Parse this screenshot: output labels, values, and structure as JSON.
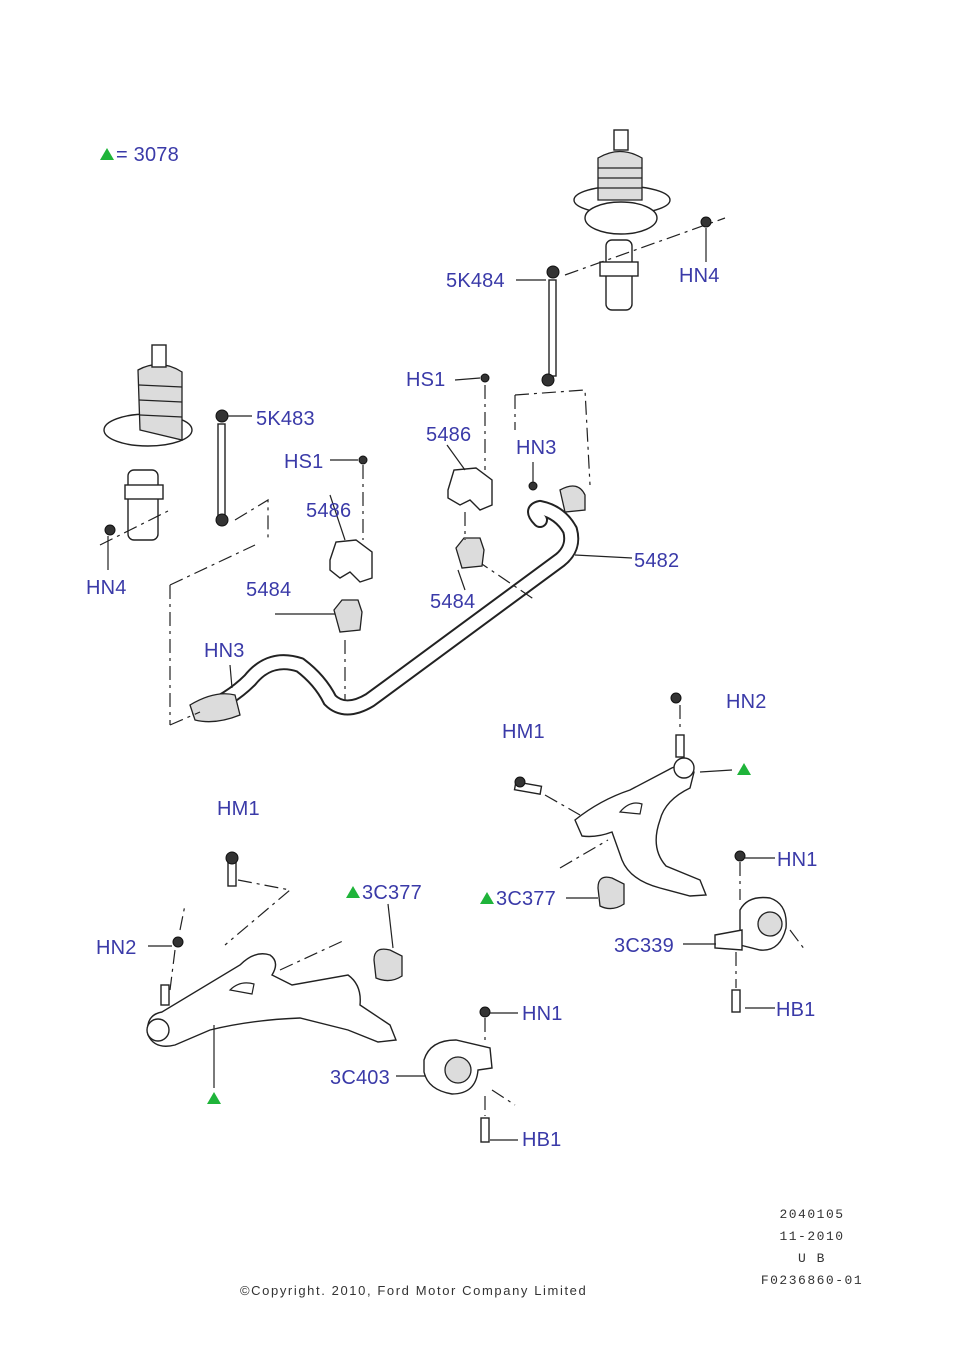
{
  "legend": {
    "symbol": "green-triangle",
    "text": "= 3078",
    "color": "#1fb43a"
  },
  "labels": {
    "hn4_right": "HN4",
    "sk484": "5K484",
    "hs1_right": "HS1",
    "sk483": "5K483",
    "b5486_right": "5486",
    "hn3_right": "HN3",
    "hs1_left": "HS1",
    "b5486_left": "5486",
    "hn4_left": "HN4",
    "bar5482": "5482",
    "b5484_left": "5484",
    "b5484_right": "5484",
    "hn3_left": "HN3",
    "hn2_right": "HN2",
    "hm1_right": "HM1",
    "hm1_left": "HM1",
    "hn1_right": "HN1",
    "c377_left": "3C377",
    "c377_right": "3C377",
    "hn2_left": "HN2",
    "c339": "3C339",
    "hn1_left": "HN1",
    "hb1_right": "HB1",
    "c403": "3C403",
    "hb1_left": "HB1"
  },
  "footer": {
    "code": "2040105",
    "date": "11-2010",
    "region": "U B",
    "figure": "F0236860-01",
    "copyright": "©Copyright. 2010, Ford Motor Company Limited"
  }
}
